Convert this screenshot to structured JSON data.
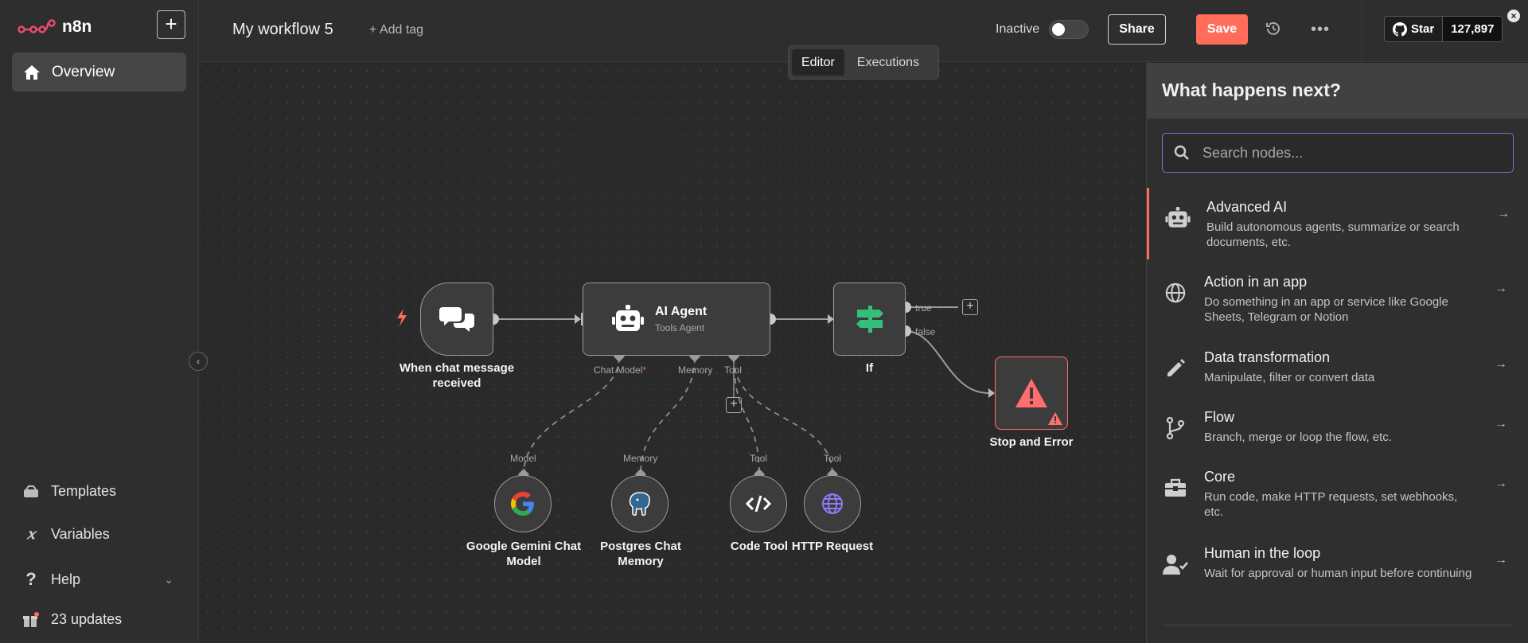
{
  "sidebar": {
    "brand": "n8n",
    "new_button": "+",
    "overview": "Overview",
    "items": [
      {
        "label": "Templates",
        "icon": "templates-icon"
      },
      {
        "label": "Variables",
        "icon": "variables-icon"
      },
      {
        "label": "Help",
        "icon": "help-icon"
      },
      {
        "label": "23 updates",
        "icon": "gift-icon"
      }
    ]
  },
  "header": {
    "workflow_title": "My workflow 5",
    "add_tag": "+ Add tag",
    "status_label": "Inactive",
    "share": "Share",
    "save": "Save",
    "github_star": "Star",
    "github_count": "127,897"
  },
  "tabs": [
    "Editor",
    "Executions"
  ],
  "nodes": {
    "trigger": "When chat message received",
    "agent_title": "AI Agent",
    "agent_subtitle": "Tools Agent",
    "if_label": "If",
    "true_label": "true",
    "false_label": "false",
    "stop_label": "Stop and Error",
    "port_chat_model": "Chat Model",
    "port_required": "*",
    "port_memory": "Memory",
    "port_tool": "Tool",
    "sub_model_port": "Model",
    "sub_memory_port": "Memory",
    "sub_tool_port": "Tool",
    "sub_tool2_port": "Tool",
    "gemini": "Google Gemini Chat Model",
    "postgres": "Postgres Chat Memory",
    "code_tool": "Code Tool",
    "http": "HTTP Request"
  },
  "panel": {
    "title": "What happens next?",
    "search_placeholder": "Search nodes...",
    "categories": [
      {
        "title": "Advanced AI",
        "desc": "Build autonomous agents, summarize or search documents, etc."
      },
      {
        "title": "Action in an app",
        "desc": "Do something in an app or service like Google Sheets, Telegram or Notion"
      },
      {
        "title": "Data transformation",
        "desc": "Manipulate, filter or convert data"
      },
      {
        "title": "Flow",
        "desc": "Branch, merge or loop the flow, etc."
      },
      {
        "title": "Core",
        "desc": "Run code, make HTTP requests, set webhooks, etc."
      },
      {
        "title": "Human in the loop",
        "desc": "Wait for approval or human input before continuing"
      }
    ]
  },
  "colors": {
    "accent": "#ff6d5a",
    "background": "#2a2a2a",
    "panel": "#2f2f2f",
    "if_green": "#35c07a",
    "error_red": "#ff6d6d"
  }
}
